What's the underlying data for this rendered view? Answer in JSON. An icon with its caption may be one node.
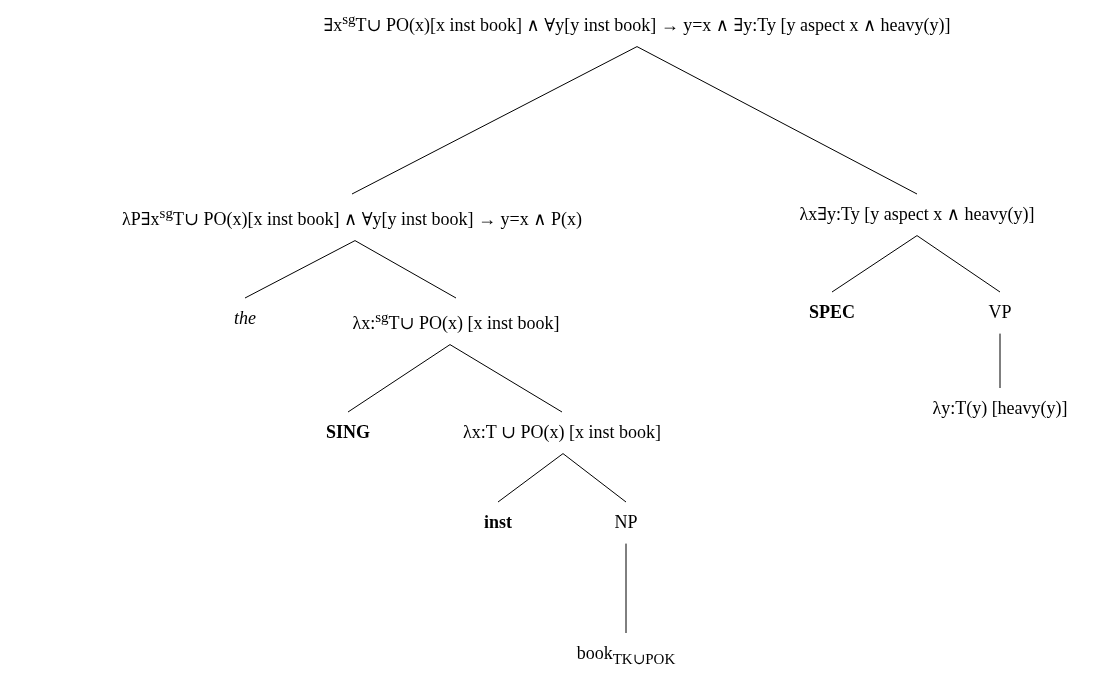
{
  "diagram": {
    "nodes": [
      {
        "text": [
          "∃x$^{sg}$T∪ PO(x)[x inst book] ∧ ∀y[y inst book] → y=x ∧ ∃y:Ty [y aspect x ∧ heavy(y)]"
        ]
      },
      {
        "text": [
          "λP∃x$^{sg}$T∪ PO(x)[x inst book] ∧ ∀y[y inst book] → y=x ∧ P(x)"
        ]
      },
      {
        "text": [
          "λx∃y:Ty [y aspect x ∧ heavy(y)]"
        ]
      },
      {
        "text": [
          "the"
        ]
      },
      {
        "text": [
          "λx:$^{sg}$T∪ PO(x) [x inst book]"
        ]
      },
      {
        "text": [
          "SPEC"
        ]
      },
      {
        "text": [
          "VP"
        ]
      },
      {
        "text": [
          "λy:T(y) [heavy(y)]"
        ]
      },
      {
        "text": [
          "SING"
        ]
      },
      {
        "text": [
          "λx:T ∪ PO(x) [x inst book]"
        ]
      },
      {
        "text": [
          "inst"
        ]
      },
      {
        "text": [
          "NP"
        ]
      },
      {
        "text": [
          "book$_{TK∪POK}$"
        ]
      }
    ],
    "edges": [
      {
        "from": 0,
        "to": 1,
        "arrow": "none"
      },
      {
        "from": 0,
        "to": 2,
        "arrow": "none"
      },
      {
        "from": 1,
        "to": 3,
        "arrow": "none"
      },
      {
        "from": 1,
        "to": 4,
        "arrow": "none"
      },
      {
        "from": 2,
        "to": 5,
        "arrow": "none"
      },
      {
        "from": 2,
        "to": 6,
        "arrow": "none"
      },
      {
        "from": 6,
        "to": 7,
        "arrow": "none"
      },
      {
        "from": 4,
        "to": 8,
        "arrow": "none"
      },
      {
        "from": 4,
        "to": 9,
        "arrow": "none"
      },
      {
        "from": 9,
        "to": 10,
        "arrow": "none"
      },
      {
        "from": 9,
        "to": 11,
        "arrow": "none"
      },
      {
        "from": 11,
        "to": 12,
        "arrow": "none"
      }
    ]
  }
}
